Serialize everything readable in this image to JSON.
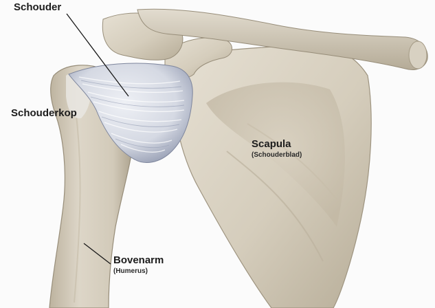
{
  "labels": {
    "shoulder": "Schouder",
    "shoulder_head": "Schouderkop",
    "scapula": "Scapula",
    "scapula_sub": "(Schouderblad)",
    "upper_arm": "Bovenarm",
    "upper_arm_sub": "(Humerus)"
  },
  "colors": {
    "bone": "#d9d2c3",
    "bone_shadow": "#a79d89",
    "bone_highlight": "#eee9de",
    "capsule": "#dfe2ea",
    "capsule_shadow": "#8d95ab",
    "leader_line": "#1a1a1a",
    "text": "#1c1c1c"
  }
}
